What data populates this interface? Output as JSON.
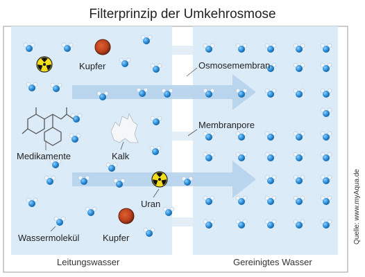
{
  "title": "Filterprinzip der Umkehrosmose",
  "labels": {
    "kupfer_top": "Kupfer",
    "osmosemembran": "Osmosemembran",
    "membranpore": "Membranpore",
    "medikamente": "Medikamente",
    "kalk": "Kalk",
    "uran": "Uran",
    "wassermolekuel": "Wassermolekül",
    "kupfer_bottom": "Kupfer"
  },
  "captions": {
    "left": "Leitungswasser",
    "right": "Gereinigtes Wasser"
  },
  "source": "Quelle: www.myAqua.de",
  "colors": {
    "water_region": "#dcebf8",
    "membrane": "#ffffff",
    "flow_arrow": "#b6d3ec",
    "molecule": "#2e8fd8",
    "copper": "#b8401c",
    "uranium": "#f0dc1e"
  }
}
